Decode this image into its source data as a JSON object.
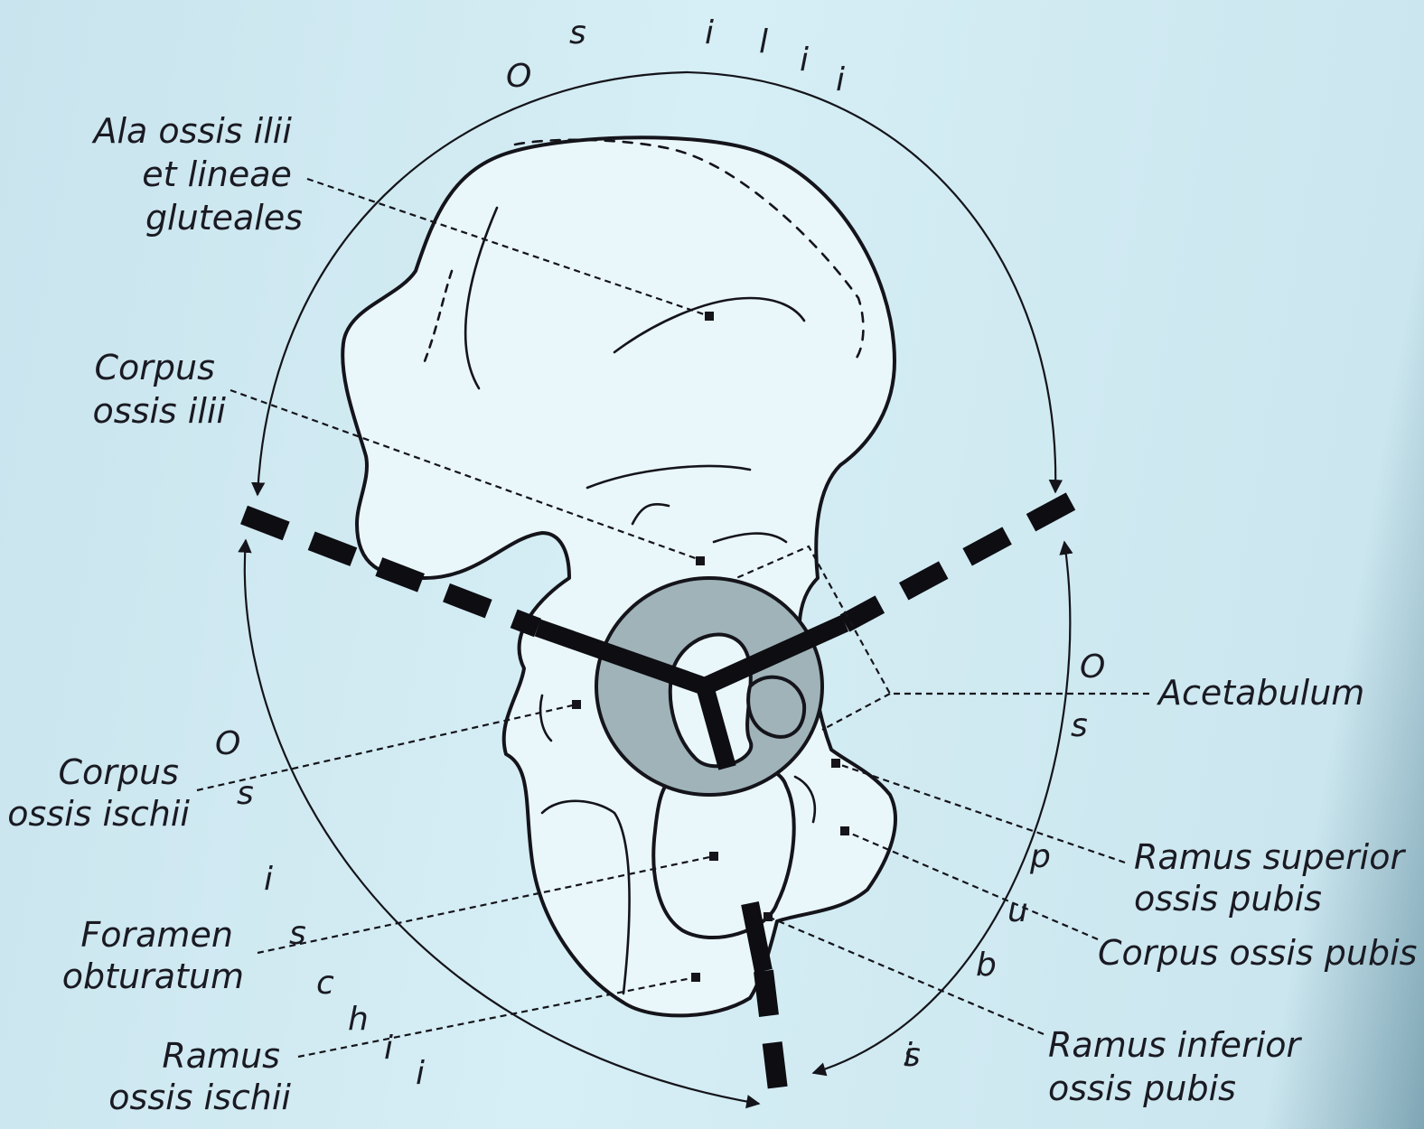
{
  "regions": {
    "ilium": "Os ilii",
    "ischium": "Os ischii",
    "pubis": "Os pubis"
  },
  "labels": {
    "ala": [
      "Ala ossis ilii",
      "et lineae",
      "gluteales"
    ],
    "corpus_ilii": [
      "Corpus",
      "ossis ilii"
    ],
    "acetabulum": "Acetabulum",
    "corpus_ischii": [
      "Corpus",
      "ossis ischii"
    ],
    "ramus_superior": [
      "Ramus superior",
      "ossis pubis"
    ],
    "corpus_pubis": "Corpus ossis pubis",
    "foramen": [
      "Foramen",
      "obturatum"
    ],
    "ramus_inferior": [
      "Ramus inferior",
      "ossis pubis"
    ],
    "ramus_ischii": [
      "Ramus",
      "ossis ischii"
    ]
  },
  "colors": {
    "background": "#cfe9f1",
    "ink": "#14141a",
    "acetabulum_fill": "#9fb3b9"
  }
}
